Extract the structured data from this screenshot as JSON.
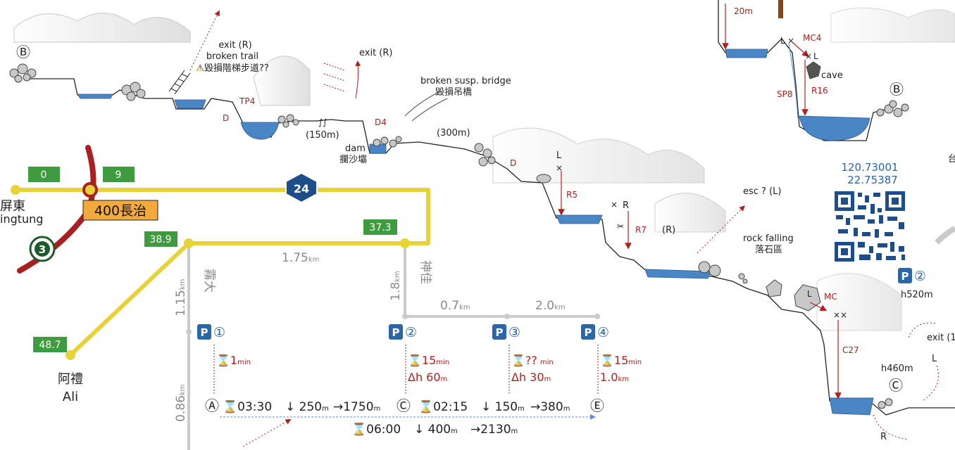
{
  "colors": {
    "road_yellow": "#e8d23a",
    "road_red": "#a82020",
    "trail_gray": "#c9cbc9",
    "km_box_green": "#3f9b3f",
    "water_blue": "#4a86c6",
    "parking_blue": "#2a66a8",
    "label_red": "#b02020",
    "badge_orange": "#f3a93b"
  },
  "roads": {
    "km_markers": [
      "0",
      "9",
      "38.9",
      "37.3",
      "48.7"
    ],
    "highway_24": "24",
    "highway_3": "3",
    "junction_badge": "400長治",
    "places": {
      "pingtung_zh": "屏東",
      "pingtung_en": "ingtung",
      "ali_zh": "阿禮",
      "ali_en": "Ali",
      "wuda": "霧大",
      "shenjia": "神佳"
    },
    "segments": {
      "seg_175": "1.75",
      "seg_115": "1.15",
      "seg_18": "1.8",
      "seg_07": "0.7",
      "seg_20": "2.0",
      "seg_086": "0.86",
      "unit": "km"
    }
  },
  "parkings": [
    {
      "letter": "P",
      "num": "①",
      "time": "1",
      "time_unit": "min",
      "dh": "",
      "dist": ""
    },
    {
      "letter": "P",
      "num": "②",
      "time": "15",
      "time_unit": "min",
      "dh": "Δh 60",
      "dist": ""
    },
    {
      "letter": "P",
      "num": "③",
      "time": "??",
      "time_unit": "min",
      "dh": "Δh 30",
      "dist": ""
    },
    {
      "letter": "P",
      "num": "④",
      "time": "15",
      "time_unit": "min",
      "dh": "",
      "dist": "1.0"
    }
  ],
  "route_summary": {
    "point_a": "Ⓐ",
    "point_c": "Ⓒ",
    "point_e": "Ⓔ",
    "ac_time": "03:30",
    "ac_descent": "↓ 250",
    "ac_distance": "→1750",
    "ce_time": "02:15",
    "ce_descent": "↓ 150",
    "ce_distance": "→380",
    "total_time": "06:00",
    "total_descent": "↓ 400",
    "total_distance": "→2130",
    "unit_m": "m"
  },
  "canyon": {
    "b_marker": "Ⓑ",
    "c_marker": "Ⓒ",
    "exit_r1": "exit (R)",
    "broken_trail": "broken trail",
    "broken_trail_zh": "⚠毀損階梯步道??",
    "tp4": "TP4",
    "d1": "D",
    "len_150": "(150m)",
    "d4": "D4",
    "dam": "dam",
    "dam_zh": "攔沙壩",
    "exit_r2": "exit (R)",
    "bridge": "broken susp.  bridge",
    "bridge_zh": "毀損吊橋",
    "len_300": "(300m)",
    "d2": "D",
    "l1": "L",
    "r5": "R5",
    "r_mark": "R",
    "r7": "R7",
    "r_paren": "(R)",
    "esc_l": "esc ? (L)",
    "rock_falling": "rock  falling",
    "rock_falling_zh": "落石區",
    "l2": "L",
    "mc": "MC",
    "c27": "C27",
    "h460": "h460m",
    "exit_partial": "exit (1",
    "l3": "L",
    "r_bottom": "R",
    "h20": "20m",
    "l_x": "L",
    "mc4": "MC4",
    "l_after": "L",
    "cave": "cave",
    "sp8": "SP8",
    "r16": "R16",
    "partial_tai": "台"
  },
  "coordinates": {
    "lon": "120.73001",
    "lat": "22.75387"
  },
  "parking_2_right": {
    "letter": "P",
    "num": "②",
    "height": "h520m"
  }
}
